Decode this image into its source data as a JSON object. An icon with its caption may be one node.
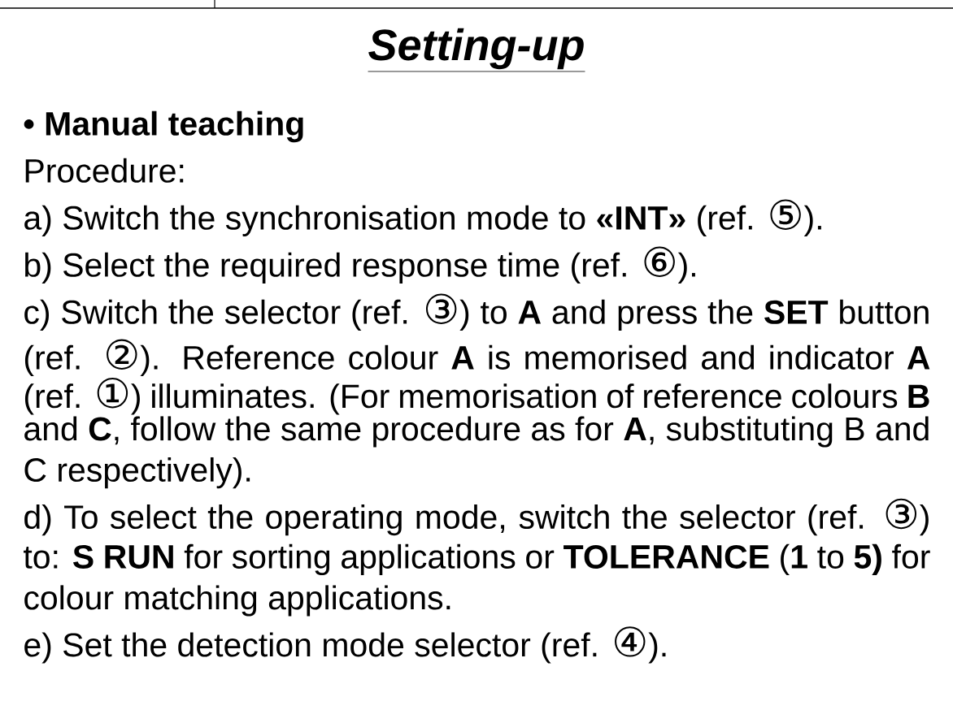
{
  "diagram": {
    "title": "Setting-up",
    "labels": [
      "• Manual teaching",
      "Procedure:",
      "a) Switch the synchronisation mode to **«INT»** (ref. ⑤).",
      "b) Select the required response time (ref. ⑥).",
      "c) Switch the selector (ref. ③) to **A** and press the **SET** button (ref. ②). Reference colour **A** is memorised and indicator **A** (ref. ①) illuminates. (For memorisation of reference colours **B** and **C**, follow the same procedure as for **A**, substituting B and C respectively).",
      "d) To select the operating mode, switch the selector (ref. ③) to: **S RUN** for sorting applications or **TOLERANCE** (**1** to **5)** for colour matching applications.",
      "e) Set the detection mode selector (ref. ④)."
    ]
  }
}
